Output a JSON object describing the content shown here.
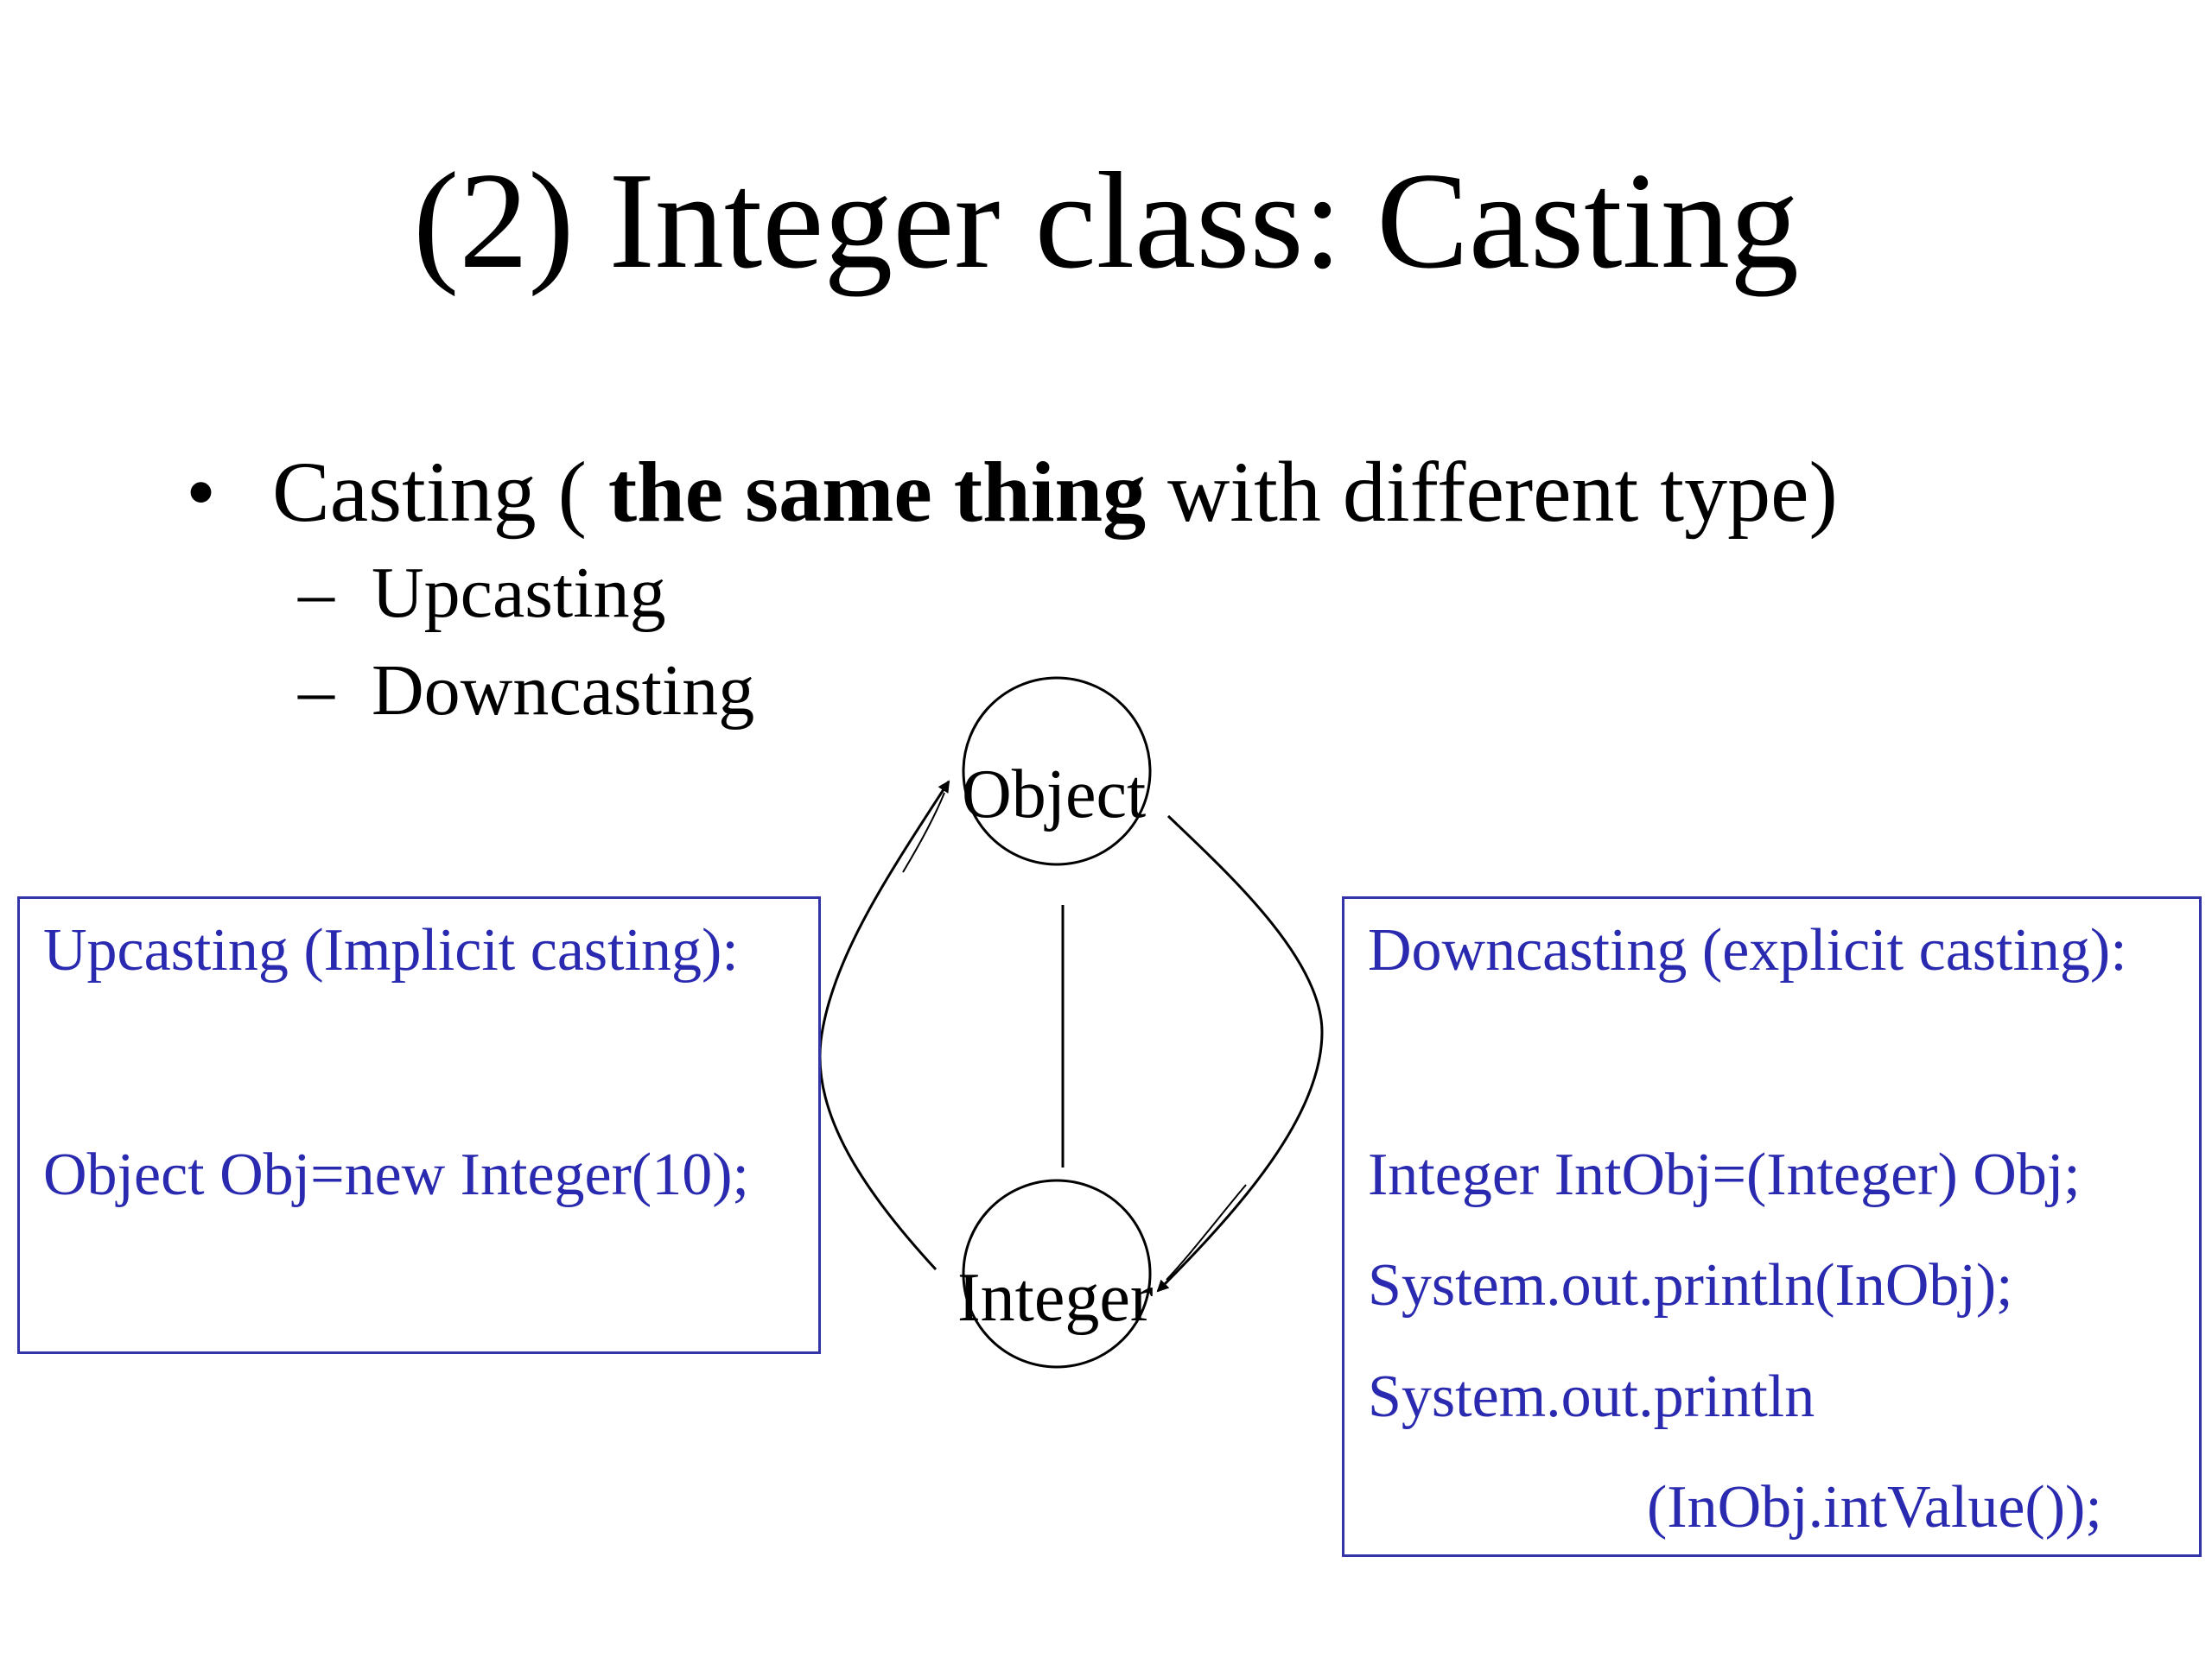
{
  "title": "(2) Integer class: Casting",
  "bullet": {
    "symbol": "•",
    "prefix": "Casting ( ",
    "bold": "the same thing",
    "suffix": " with different type)"
  },
  "subitems": [
    {
      "dash": "–",
      "label": "Upcasting"
    },
    {
      "dash": "–",
      "label": "Downcasting"
    }
  ],
  "diagram": {
    "top_node": "Object",
    "bottom_node": "Integer"
  },
  "upcast_box": {
    "heading": "Upcasting (Implicit casting):",
    "code": "Object Obj=new Integer(10);"
  },
  "downcast_box": {
    "heading": "Downcasting (explicit casting):",
    "lines": [
      "Integer IntObj=(Integer) Obj;",
      "System.out.println(InObj);",
      "System.out.println",
      "(InObj.intValue());"
    ]
  },
  "colors": {
    "text": "#000000",
    "box_text": "#2a2ab0",
    "box_border": "#3333aa"
  }
}
